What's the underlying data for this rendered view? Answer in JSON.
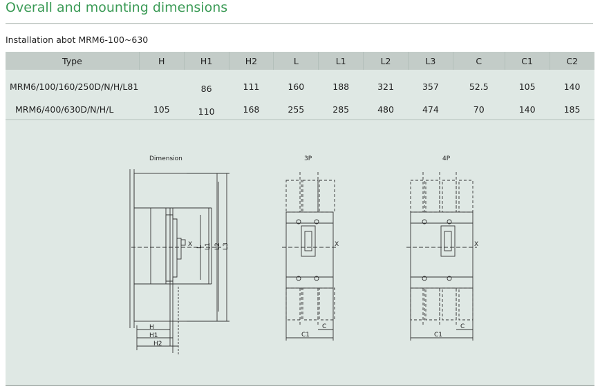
{
  "title": "Overall and mounting dimensions",
  "subtitle": "Installation abot MRM6-100~630",
  "table": {
    "headers": [
      "Type",
      "H",
      "H1",
      "H2",
      "L",
      "L1",
      "L2",
      "L3",
      "C",
      "C1",
      "C2"
    ],
    "rows": [
      [
        "MRM6/100/160/250D/N/H/L81",
        "",
        "86",
        "111",
        "160",
        "188",
        "321",
        "357",
        "52.5",
        "105",
        "140"
      ],
      [
        "MRM6/400/630D/N/H/L",
        "105",
        "110",
        "168",
        "255",
        "285",
        "480",
        "474",
        "70",
        "140",
        "185"
      ]
    ]
  },
  "drawing": {
    "side_label": "Dimension",
    "p3_label": "3P",
    "p4_label": "4P",
    "dim_labels": {
      "x": "X",
      "l": "L",
      "l1": "L1",
      "l2": "L2",
      "l3": "L3",
      "h": "H",
      "h1": "H1",
      "h2": "H2",
      "c": "C",
      "c1": "C1"
    }
  }
}
